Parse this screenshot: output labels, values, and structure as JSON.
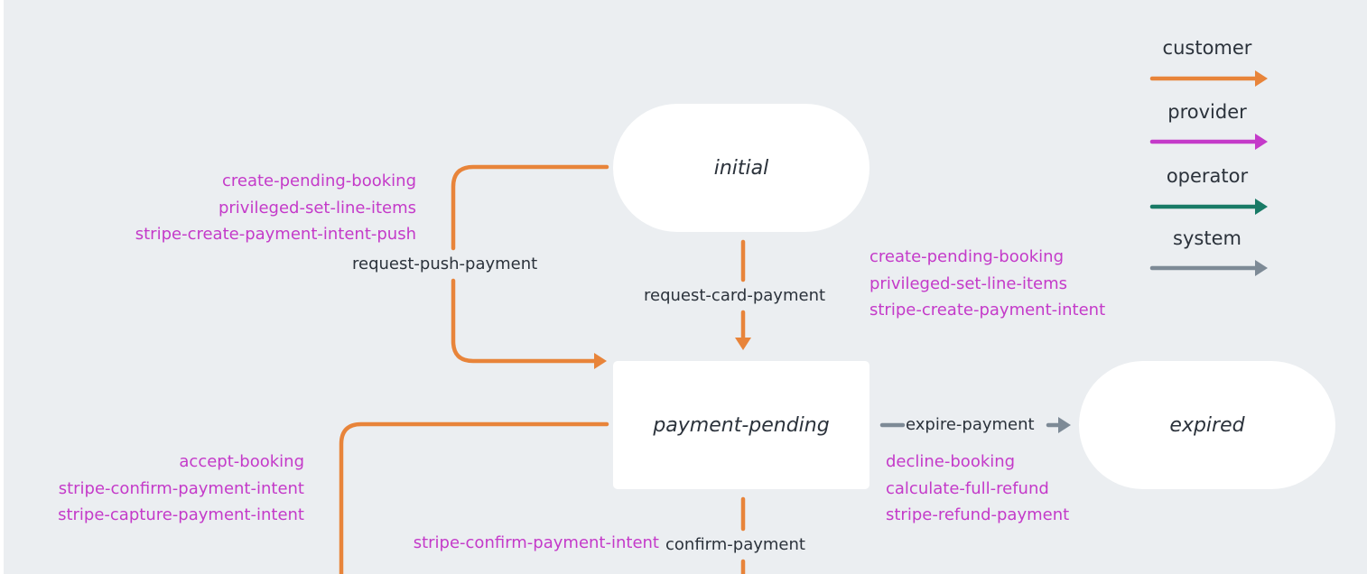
{
  "nodes": {
    "initial": "initial",
    "payment_pending": "payment-pending",
    "expired": "expired"
  },
  "transitions": {
    "request_push_payment": "request-push-payment",
    "request_card_payment": "request-card-payment",
    "expire_payment": "expire-payment",
    "confirm_payment": "confirm-payment"
  },
  "effects": {
    "push": [
      "create-pending-booking",
      "privileged-set-line-items",
      "stripe-create-payment-intent-push"
    ],
    "card": [
      "create-pending-booking",
      "privileged-set-line-items",
      "stripe-create-payment-intent"
    ],
    "accept": [
      "accept-booking",
      "stripe-confirm-payment-intent",
      "stripe-capture-payment-intent"
    ],
    "expire": [
      "decline-booking",
      "calculate-full-refund",
      "stripe-refund-payment"
    ],
    "confirm": [
      "stripe-confirm-payment-intent"
    ]
  },
  "legend": [
    {
      "label": "customer",
      "color": "#e8843a"
    },
    {
      "label": "provider",
      "color": "#c43ac9"
    },
    {
      "label": "operator",
      "color": "#187a66"
    },
    {
      "label": "system",
      "color": "#7d8a96"
    }
  ],
  "colors": {
    "background": "#ebeef1",
    "customer": "#e8843a",
    "provider": "#c43ac9",
    "operator": "#187a66",
    "system": "#7d8a96",
    "text": "#2b323b"
  }
}
